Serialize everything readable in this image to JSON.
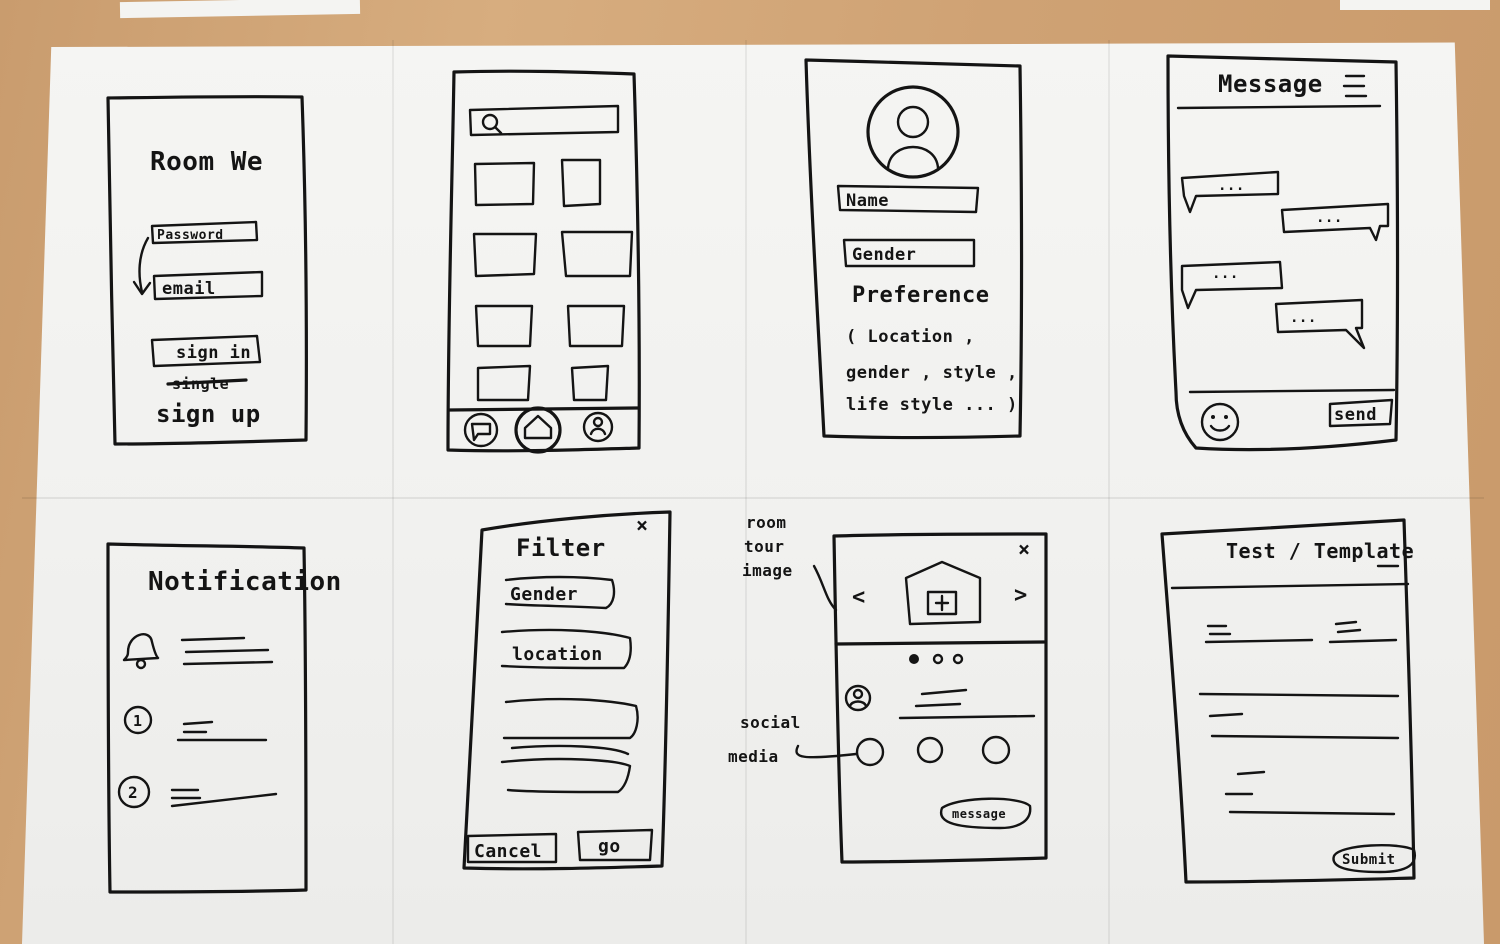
{
  "login": {
    "title": "Room We",
    "password": "Password",
    "email": "email",
    "signin": "sign in",
    "struck": "single",
    "signup": "sign up"
  },
  "profile": {
    "name": "Name",
    "gender": "Gender",
    "preference": "Preference",
    "line1": "( Location ,",
    "line2": "gender , style ,",
    "line3": "life style ... )"
  },
  "message": {
    "title": "Message",
    "bubble_text": "...",
    "send": "send"
  },
  "notification": {
    "title": "Notification",
    "items": [
      "1",
      "2"
    ]
  },
  "filter": {
    "title": "Filter",
    "close": "×",
    "gender": "Gender",
    "location": "location",
    "cancel": "Cancel",
    "go": "go"
  },
  "room": {
    "close": "×",
    "prev": "<",
    "next": ">",
    "annotation_tour": [
      "room",
      "tour",
      "image"
    ],
    "annotation_social": [
      "social",
      "media"
    ],
    "message_button": "message"
  },
  "test": {
    "title": "Test / Template",
    "submit": "Submit"
  },
  "ink_color": "#141414",
  "paper_color": "#f3f3f1",
  "table_color": "#d2a678"
}
